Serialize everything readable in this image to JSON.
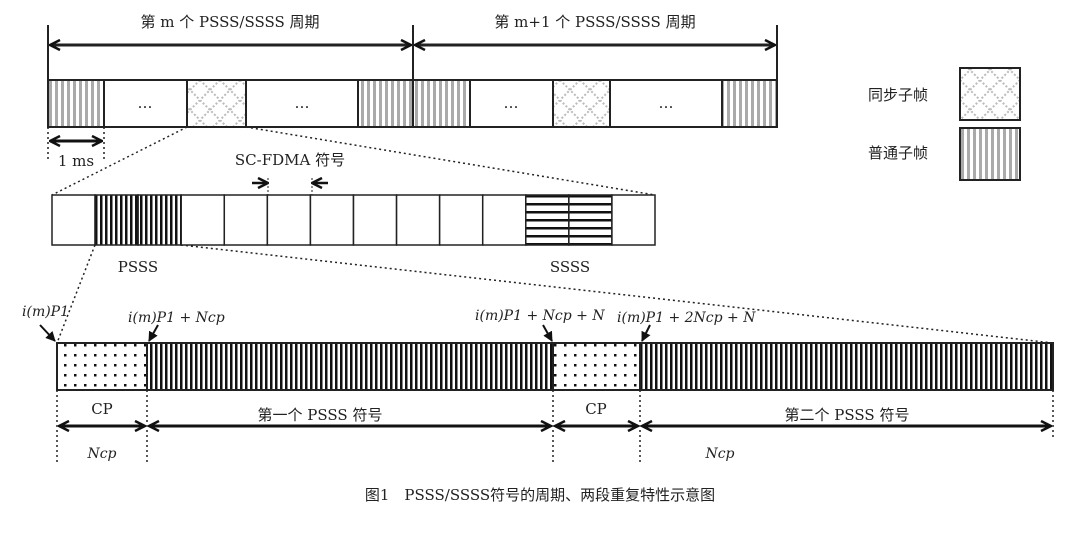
{
  "period_m_label": "第 m 个 PSSS/SSSS 周期",
  "period_m1_label": "第 m+1 个 PSSS/SSSS 周期",
  "ellipsis": "…",
  "one_ms_label": "1 ms",
  "legend": {
    "sync_subframe": "同步子帧",
    "normal_subframe": "普通子帧"
  },
  "scfdma_label": "SC-FDMA 符号",
  "pss_label": "PSSS",
  "sss_label": "SSSS",
  "markers": [
    "i(m)P1",
    "i(m)P1 + Ncp",
    "i(m)P1 + Ncp + N",
    "i(m)P1 + 2Ncp + N"
  ],
  "cp_label": "CP",
  "first_symbol_label": "第一个 PSSS 符号",
  "second_symbol_label": "第二个 PSSS 符号",
  "ncp_label": "Ncp",
  "caption": "图1　PSSS/SSSS符号的周期、两段重复特性示意图"
}
